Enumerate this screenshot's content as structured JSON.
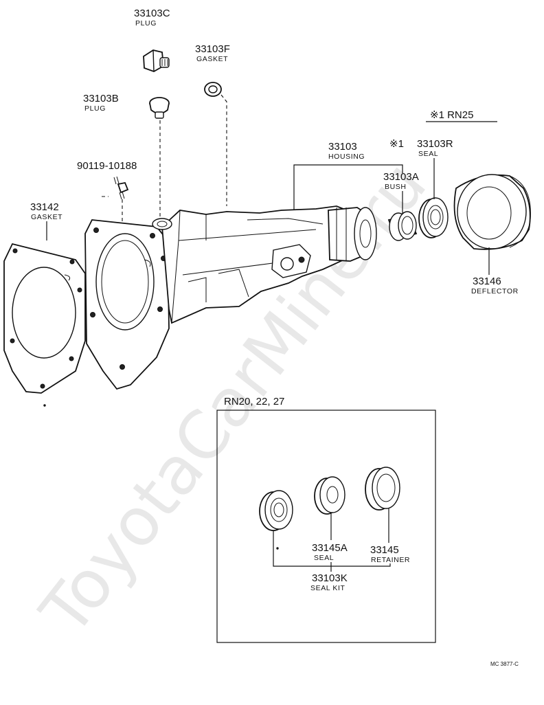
{
  "watermark": "ToyotaCarMine.ru",
  "diagram_code": "MC 3877-C",
  "variant_notes": {
    "rn25": "※1  RN25",
    "box_title": "RN20, 22, 27",
    "mark_33103a": "※1"
  },
  "parts": {
    "p33103c": {
      "number": "33103C",
      "name": "PLUG"
    },
    "p33103f": {
      "number": "33103F",
      "name": "GASKET"
    },
    "p33103b": {
      "number": "33103B",
      "name": "PLUG"
    },
    "p33103": {
      "number": "33103",
      "name": "HOUSING"
    },
    "p33103r": {
      "number": "33103R",
      "name": "SEAL"
    },
    "p33103a": {
      "number": "33103A",
      "name": "BUSH"
    },
    "p90119": {
      "number": "90119-10188",
      "name": ""
    },
    "p33142": {
      "number": "33142",
      "name": "GASKET"
    },
    "p33146": {
      "number": "33146",
      "name": "DEFLECTOR"
    },
    "p33145a": {
      "number": "33145A",
      "name": "SEAL"
    },
    "p33145": {
      "number": "33145",
      "name": "RETAINER"
    },
    "p33103k": {
      "number": "33103K",
      "name": "SEAL KIT"
    }
  }
}
